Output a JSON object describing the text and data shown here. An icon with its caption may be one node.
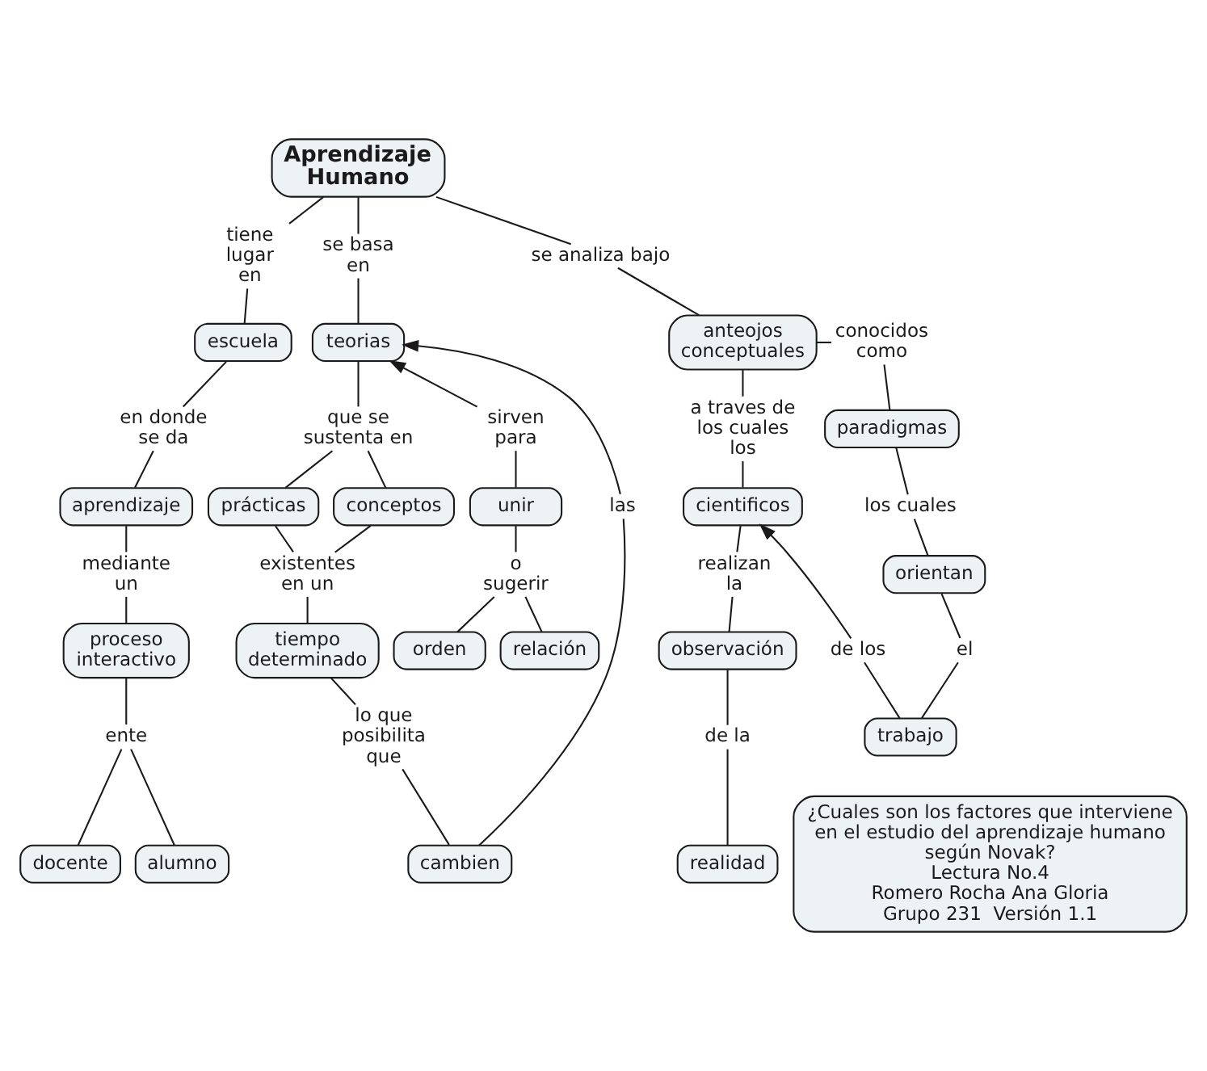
{
  "diagram": {
    "nodes": [
      {
        "text": [
          "Aprendizaje Humano"
        ]
      },
      {
        "text": [
          "tiene lugar en"
        ]
      },
      {
        "text": [
          "se basa en"
        ]
      },
      {
        "text": [
          "se analiza bajo"
        ]
      },
      {
        "text": [
          "teorias"
        ]
      },
      {
        "text": [
          "sirven para"
        ]
      },
      {
        "text": [
          "anteojos conceptuales"
        ]
      },
      {
        "text": [
          "conocidos como"
        ]
      },
      {
        "text": [
          "escuela"
        ]
      },
      {
        "text": [
          "que se sustenta en"
        ]
      },
      {
        "text": [
          "a traves de los cuales los"
        ]
      },
      {
        "text": [
          "paradigmas"
        ]
      },
      {
        "text": [
          "en donde se da"
        ]
      },
      {
        "text": [
          "unir"
        ]
      },
      {
        "text": [
          "prácticas"
        ]
      },
      {
        "text": [
          "conceptos"
        ]
      },
      {
        "text": [
          "las"
        ]
      },
      {
        "text": [
          "los cuales"
        ]
      },
      {
        "text": [
          "aprendizaje"
        ]
      },
      {
        "text": [
          "cientificos"
        ]
      },
      {
        "text": [
          "o sugerir"
        ]
      },
      {
        "text": [
          "orientan"
        ]
      },
      {
        "text": [
          "existentes en un"
        ]
      },
      {
        "text": [
          "mediante un"
        ]
      },
      {
        "text": [
          "realizan la"
        ]
      },
      {
        "text": [
          "orden"
        ]
      },
      {
        "text": [
          "relación"
        ]
      },
      {
        "text": [
          "de los"
        ]
      },
      {
        "text": [
          "el"
        ]
      },
      {
        "text": [
          "tiempo determinado"
        ]
      },
      {
        "text": [
          "proceso interactivo"
        ]
      },
      {
        "text": [
          "observación"
        ]
      },
      {
        "text": [
          "trabajo"
        ]
      },
      {
        "text": [
          "lo que posibilita que"
        ]
      },
      {
        "text": [
          "ente"
        ]
      },
      {
        "text": [
          "de la"
        ]
      },
      {
        "text": [
          "docente"
        ]
      },
      {
        "text": [
          "alumno"
        ]
      },
      {
        "text": [
          "cambien"
        ]
      },
      {
        "text": [
          "realidad"
        ]
      },
      {
        "text": [
          "¿Cuales son los factores que interviene en el estudio del aprendizaje humano según Novak?",
          "Lectura No.4",
          "Romero Rocha Ana Gloria",
          "Grupo 231  Versión 1.1"
        ]
      }
    ],
    "edges": [
      {
        "from": 0,
        "to": 1,
        "arrow": "none"
      },
      {
        "from": 1,
        "to": 8,
        "arrow": "none"
      },
      {
        "from": 8,
        "to": 12,
        "arrow": "none"
      },
      {
        "from": 12,
        "to": 18,
        "arrow": "none"
      },
      {
        "from": 18,
        "to": 23,
        "arrow": "none"
      },
      {
        "from": 23,
        "to": 30,
        "arrow": "none"
      },
      {
        "from": 30,
        "to": 34,
        "arrow": "none"
      },
      {
        "from": 34,
        "to": 36,
        "arrow": "none"
      },
      {
        "from": 34,
        "to": 37,
        "arrow": "none"
      },
      {
        "from": 0,
        "to": 2,
        "arrow": "none"
      },
      {
        "from": 2,
        "to": 4,
        "arrow": "none"
      },
      {
        "from": 4,
        "to": 9,
        "arrow": "none"
      },
      {
        "from": 9,
        "to": 14,
        "arrow": "none"
      },
      {
        "from": 9,
        "to": 15,
        "arrow": "none"
      },
      {
        "from": 14,
        "to": 22,
        "arrow": "none"
      },
      {
        "from": 15,
        "to": 22,
        "arrow": "none"
      },
      {
        "from": 22,
        "to": 29,
        "arrow": "none"
      },
      {
        "from": 29,
        "to": 33,
        "arrow": "none"
      },
      {
        "from": 33,
        "to": 38,
        "arrow": "none"
      },
      {
        "from": 16,
        "to": 38,
        "arrow": "none"
      },
      {
        "from": 16,
        "to": 4,
        "arrow": "to"
      },
      {
        "from": 5,
        "to": 4,
        "arrow": "to"
      },
      {
        "from": 5,
        "to": 13,
        "arrow": "none"
      },
      {
        "from": 13,
        "to": 20,
        "arrow": "none"
      },
      {
        "from": 20,
        "to": 25,
        "arrow": "none"
      },
      {
        "from": 20,
        "to": 26,
        "arrow": "none"
      },
      {
        "from": 0,
        "to": 3,
        "arrow": "none"
      },
      {
        "from": 3,
        "to": 6,
        "arrow": "none"
      },
      {
        "from": 6,
        "to": 10,
        "arrow": "none"
      },
      {
        "from": 10,
        "to": 19,
        "arrow": "none"
      },
      {
        "from": 19,
        "to": 24,
        "arrow": "none"
      },
      {
        "from": 24,
        "to": 31,
        "arrow": "none"
      },
      {
        "from": 31,
        "to": 35,
        "arrow": "none"
      },
      {
        "from": 35,
        "to": 39,
        "arrow": "none"
      },
      {
        "from": 6,
        "to": 7,
        "arrow": "none"
      },
      {
        "from": 7,
        "to": 11,
        "arrow": "none"
      },
      {
        "from": 11,
        "to": 17,
        "arrow": "none"
      },
      {
        "from": 17,
        "to": 21,
        "arrow": "none"
      },
      {
        "from": 21,
        "to": 28,
        "arrow": "none"
      },
      {
        "from": 28,
        "to": 32,
        "arrow": "none"
      },
      {
        "from": 27,
        "to": 32,
        "arrow": "none"
      },
      {
        "from": 27,
        "to": 19,
        "arrow": "to"
      }
    ]
  }
}
